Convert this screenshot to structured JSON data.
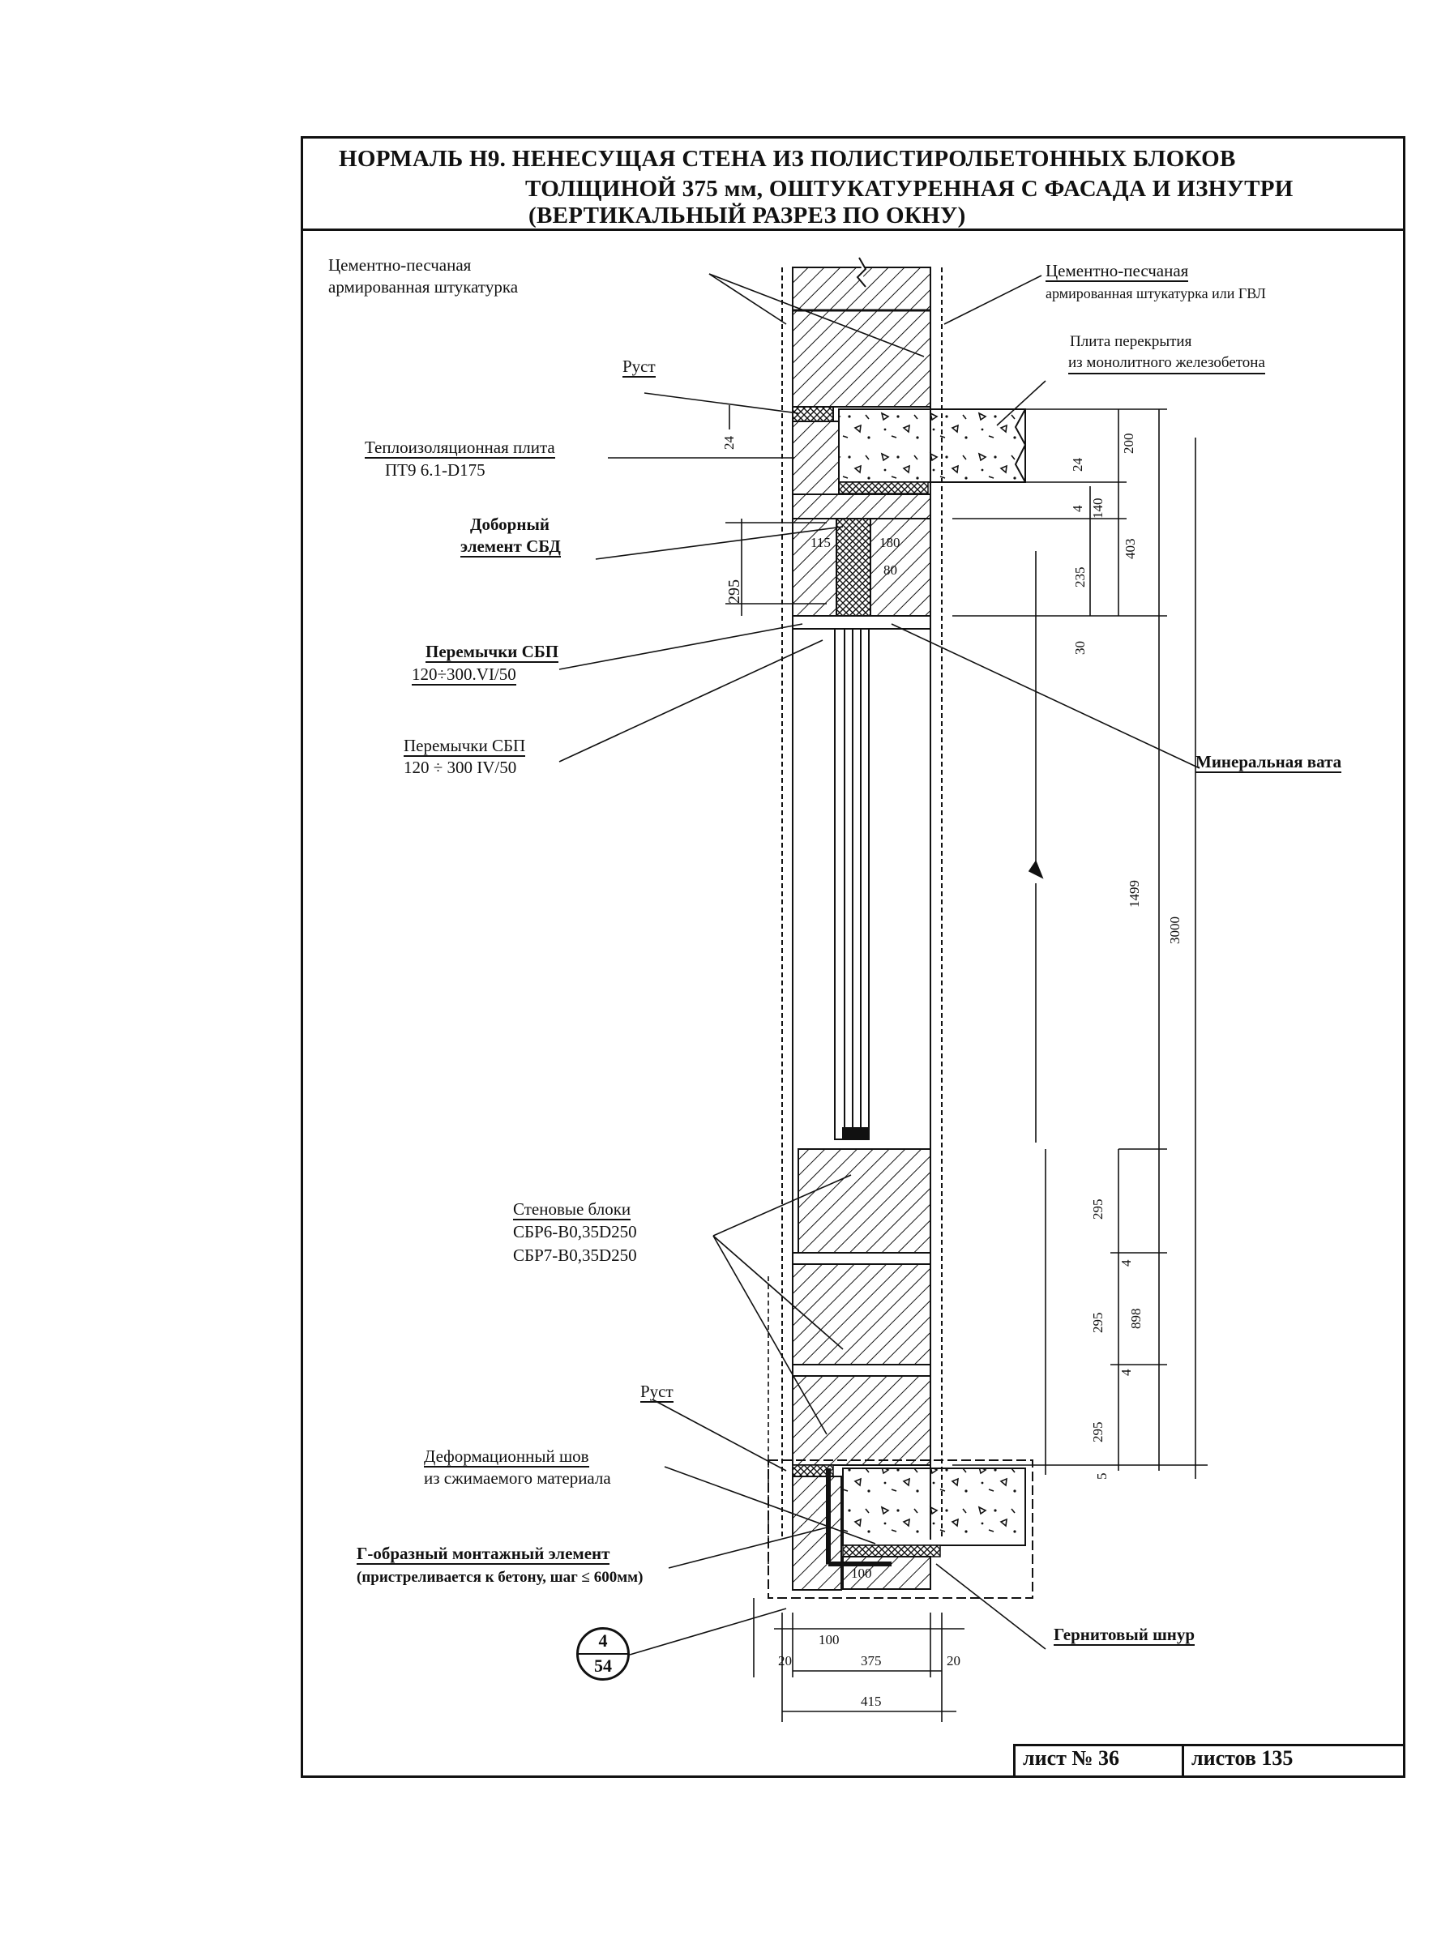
{
  "title": {
    "line1": "НОРМАЛЬ Н9. НЕНЕСУЩАЯ СТЕНА ИЗ ПОЛИСТИРОЛБЕТОННЫХ БЛОКОВ",
    "line2": "ТОЛЩИНОЙ 375 мм, ОШТУКАТУРЕННАЯ С ФАСАДА И ИЗНУТРИ",
    "line3": "(ВЕРТИКАЛЬНЫЙ РАЗРЕЗ ПО ОКНУ)"
  },
  "labels": {
    "plaster_left_1": "Цементно-песчаная",
    "plaster_left_2": "армированная штукатурка",
    "plaster_right_1": "Цементно-песчаная",
    "plaster_right_2": "армированная штукатурка или ГВЛ",
    "slab_1": "Плита перекрытия",
    "slab_2": "из монолитного железобетона",
    "rust_top": "Руст",
    "insulation_1": "Теплоизоляционная плита",
    "insulation_2": "ПТ9 6.1-D175",
    "extra_1": "Доборный",
    "extra_2": "элемент СБД",
    "lintel1_1": "Перемычки СБП",
    "lintel1_2": "120÷300.VI/50",
    "lintel2_1": "Перемычки СБП",
    "lintel2_2": "120 ÷ 300 IV/50",
    "mineral_wool": "Минеральная вата",
    "blocks_1": "Стеновые блоки",
    "blocks_2": "СБР6-В0,35D250",
    "blocks_3": "СБР7-В0,35D250",
    "rust_bottom": "Руст",
    "deform_1": "Деформационный шов",
    "deform_2": "из сжимаемого материала",
    "mount_1": "Г-образный монтажный элемент",
    "mount_2": "(пристреливается к бетону, шаг  ≤ 600мм)",
    "gernit": "Гернитовый шнур"
  },
  "dimensions": {
    "d24a": "24",
    "d200": "200",
    "d24b": "24",
    "d140": "140",
    "d4a": "4",
    "d403": "403",
    "d295a": "295",
    "d115": "115",
    "d180": "180",
    "d80": "80",
    "d235": "235",
    "d30": "30",
    "d1499": "1499",
    "d3000": "3000",
    "d295b": "295",
    "d4b": "4",
    "d295c": "295",
    "d898": "898",
    "d4c": "4",
    "d295d": "295",
    "d5": "5",
    "d100": "100",
    "d20a": "20",
    "d375": "375",
    "d20b": "20",
    "d415": "415",
    "d100b": "100"
  },
  "reference": {
    "top": "4",
    "bottom": "54"
  },
  "stamp": {
    "sheet_no": "лист № 36",
    "sheets_total": "листов  135"
  }
}
